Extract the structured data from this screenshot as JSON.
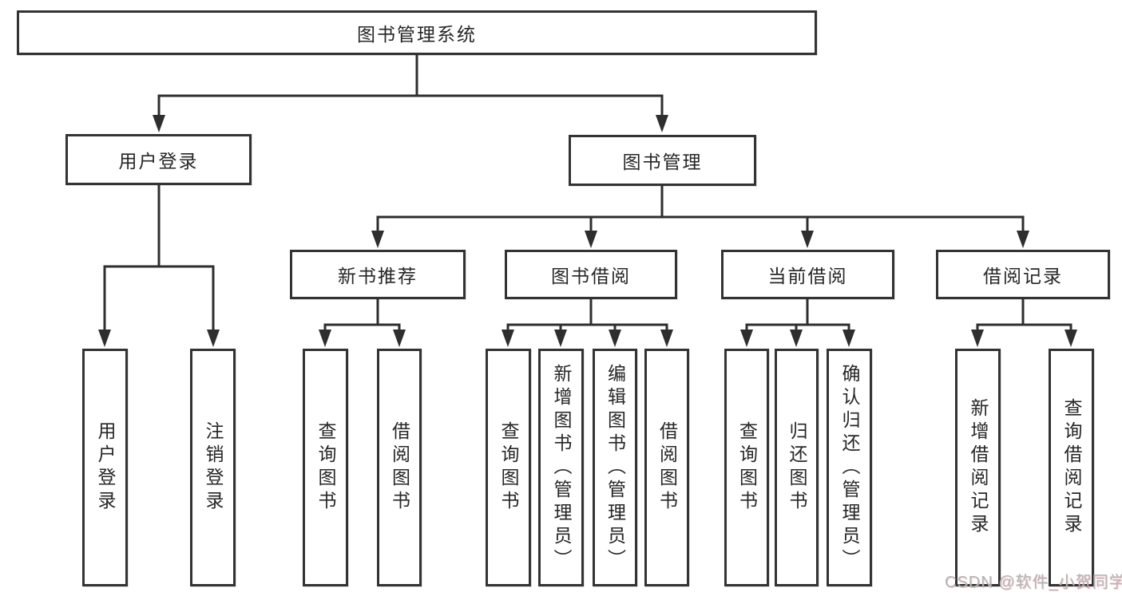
{
  "tree": {
    "label": "图书管理系统",
    "children": [
      {
        "label": "用户登录",
        "children": [
          {
            "label": "用户登录"
          },
          {
            "label": "注销登录"
          }
        ]
      },
      {
        "label": "图书管理",
        "children": [
          {
            "label": "新书推荐",
            "children": [
              {
                "label": "查询图书"
              },
              {
                "label": "借阅图书"
              }
            ]
          },
          {
            "label": "图书借阅",
            "children": [
              {
                "label": "查询图书"
              },
              {
                "label": "新增图书（管理员）"
              },
              {
                "label": "编辑图书（管理员）"
              },
              {
                "label": "借阅图书"
              }
            ]
          },
          {
            "label": "当前借阅",
            "children": [
              {
                "label": "查询图书"
              },
              {
                "label": "归还图书"
              },
              {
                "label": "确认归还（管理员）"
              }
            ]
          },
          {
            "label": "借阅记录",
            "children": [
              {
                "label": "新增借阅记录"
              },
              {
                "label": "查询借阅记录"
              }
            ]
          }
        ]
      }
    ]
  },
  "watermark": {
    "text": "CSDN @软件_小贺同学"
  },
  "colors": {
    "line": "#2e2e2e",
    "box_border": "#333333",
    "text": "#262626",
    "watermark": "#b5b5b5",
    "background": "#ffffff"
  }
}
